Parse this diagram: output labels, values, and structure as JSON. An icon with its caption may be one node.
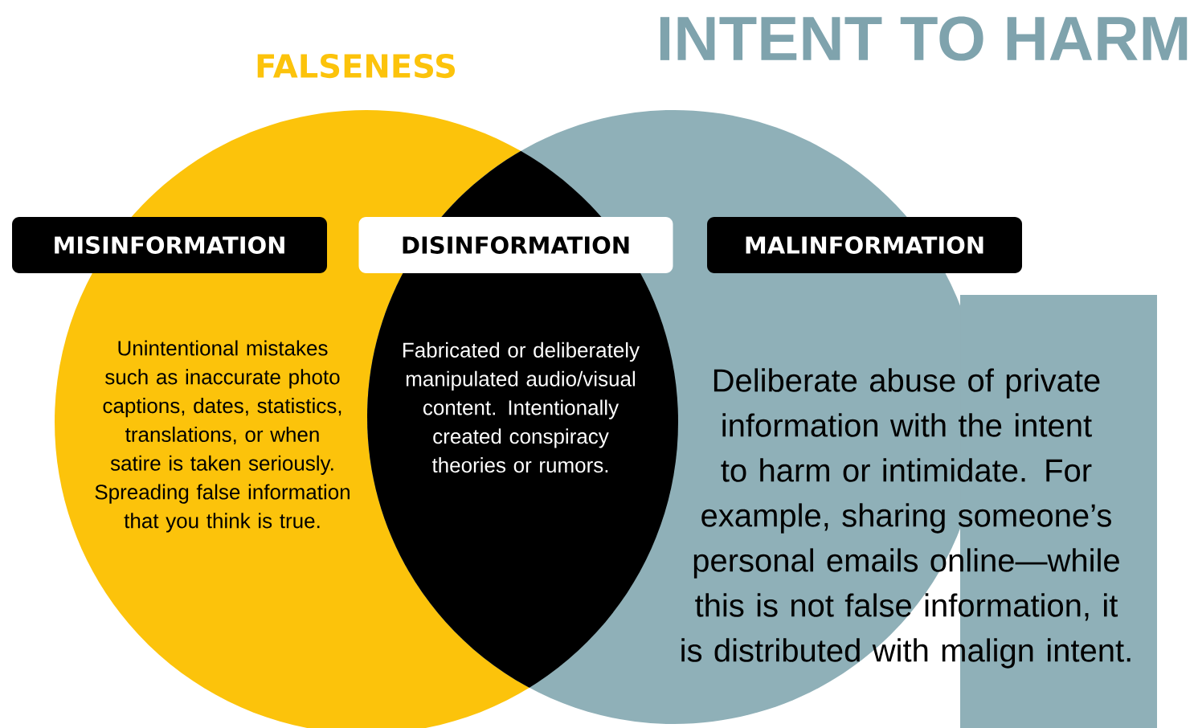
{
  "diagram": {
    "nodes": [
      {
        "text": [
          "FALSENESS",
          "Unintentional mistakes such as inaccurate photo captions, dates, statistics, translations, or when satire is taken seriously. Spreading false information that you think is true."
        ]
      },
      {
        "text": [
          "INTENT TO HARM",
          "Deliberate abuse of private information with the intent to harm or intimidate. For example, sharing someone’s personal emails online—while this is not false information, it is distributed with malign intent."
        ]
      },
      {
        "text": [
          "Fabricated or deliberately manipulated audio/visual content. Intentionally created conspiracy theories or rumors."
        ]
      },
      {
        "text": [
          "MISINFORMATION"
        ]
      },
      {
        "text": [
          "DISINFORMATION"
        ]
      },
      {
        "text": [
          "MALINFORMATION"
        ]
      }
    ]
  }
}
